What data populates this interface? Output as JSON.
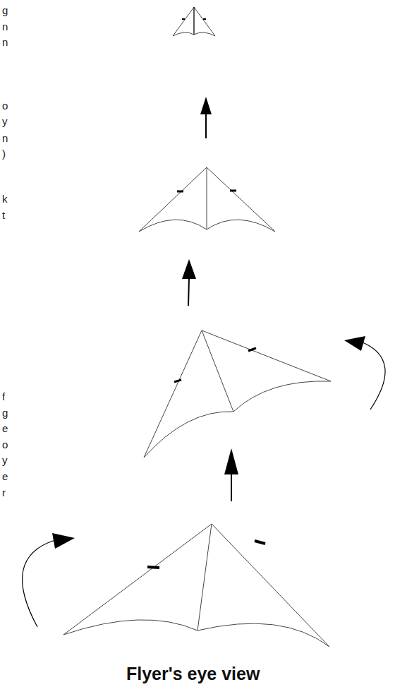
{
  "diagram": {
    "caption": "Flyer's eye view",
    "labels": [
      "g",
      "n",
      "n",
      "o",
      "y",
      "n",
      ")",
      "k",
      "t",
      "f",
      "g",
      "e",
      "o",
      "y",
      "e",
      "r"
    ]
  }
}
